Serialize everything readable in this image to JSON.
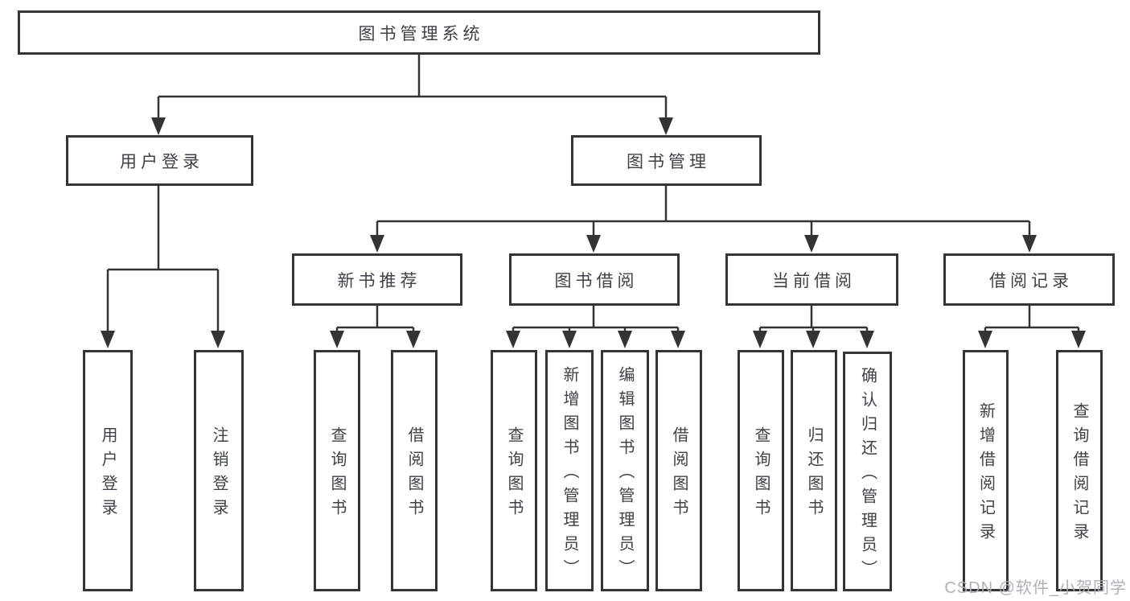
{
  "diagram": {
    "root": {
      "label": "图书管理系统"
    },
    "user_branch": {
      "label": "用户登录",
      "children": [
        {
          "label": "用户登录"
        },
        {
          "label": "注销登录"
        }
      ]
    },
    "book_branch": {
      "label": "图书管理",
      "groups": [
        {
          "label": "新书推荐",
          "children": [
            {
              "label": "查询图书"
            },
            {
              "label": "借阅图书"
            }
          ]
        },
        {
          "label": "图书借阅",
          "children": [
            {
              "label": "查询图书"
            },
            {
              "label": "新增图书（管理员）"
            },
            {
              "label": "编辑图书（管理员）"
            },
            {
              "label": "借阅图书"
            }
          ]
        },
        {
          "label": "当前借阅",
          "children": [
            {
              "label": "查询图书"
            },
            {
              "label": "归还图书"
            },
            {
              "label": "确认归还（管理员）"
            }
          ]
        },
        {
          "label": "借阅记录",
          "children": [
            {
              "label": "新增借阅记录"
            },
            {
              "label": "查询借阅记录"
            }
          ]
        }
      ]
    }
  },
  "watermark": {
    "text": "CSDN @软件_小贺同学"
  },
  "colors": {
    "line": "#343434",
    "text": "#3d4148",
    "background": "#ffffff",
    "watermark": "#a8adb6"
  }
}
